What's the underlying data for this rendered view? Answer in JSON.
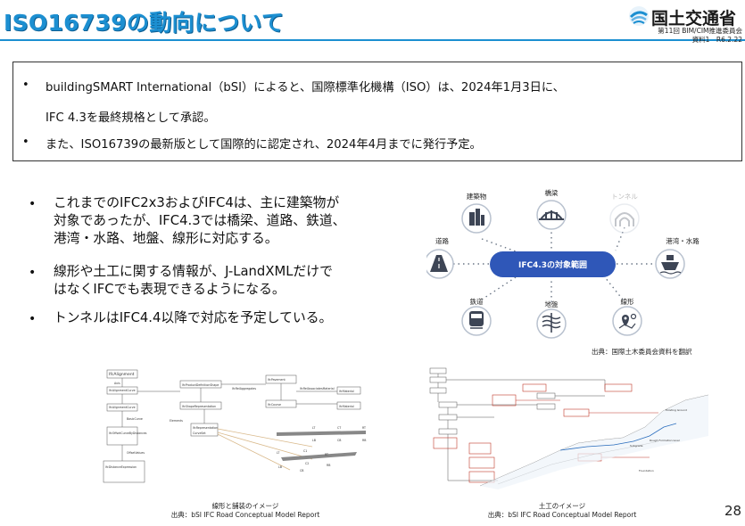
{
  "header": {
    "title": "ISO16739の動向について",
    "org": "国土交通省",
    "meeting": "第11回 BIM/CIM推進委員会",
    "doc_ref": "資料1　R6.2.22"
  },
  "box": {
    "bullet": "•",
    "line1": "buildingSMART International（bSI）によると、国際標準化機構（ISO）は、2024年1月3日に、",
    "line2": "IFC 4.3を最終規格として承認。",
    "line3": "また、ISO16739の最新版として国際的に認定され、2024年4月までに発行予定。"
  },
  "points": [
    {
      "bullet": "•",
      "l1": "これまでのIFC2x3およびIFC4は、主に建築物が",
      "l2": "対象であったが、IFC4.3では橋梁、道路、鉄道、",
      "l3": "港湾・水路、地盤、線形に対応する。"
    },
    {
      "bullet": "•",
      "l1": "線形や土工に関する情報が、J-LandXMLだけで",
      "l2": "はなくIFCでも表現できるようになる。"
    },
    {
      "bullet": "•",
      "l1": "トンネルはIFC4.4以降で対応を予定している。"
    }
  ],
  "ifc_scope": {
    "center": "IFC4.3の対象範囲",
    "nodes": [
      {
        "label": "建築物",
        "icon": "building-icon"
      },
      {
        "label": "橋梁",
        "icon": "bridge-icon"
      },
      {
        "label": "トンネル",
        "icon": "tunnel-icon"
      },
      {
        "label": "道路",
        "icon": "road-icon"
      },
      {
        "label": "港湾・水路",
        "icon": "ship-icon"
      },
      {
        "label": "鉄道",
        "icon": "train-icon"
      },
      {
        "label": "地盤",
        "icon": "ground-icon"
      },
      {
        "label": "線形",
        "icon": "alignment-icon"
      }
    ],
    "accent": "#2f57b8",
    "icon_color": "#3d4555",
    "credit": "出典：国際土木委員会資料を翻訳"
  },
  "fig_alignment": {
    "caption": "線形と舗装のイメージ",
    "source": "出典：bSI IFC Road Conceptual Model Report",
    "labels": [
      "IfcAlignment",
      "Axis",
      "IfcAlignmentCurve",
      "IfcAlignmentCurve",
      "BasicCurve",
      "IfcOffsetCurveByDistances",
      "OffsetValues",
      "IfcDistanceExpression",
      "IfcProductDefinitionShape",
      "IfcShapeRepresentation",
      "Elements",
      "IfcRepresentation",
      "CurveSet",
      "IfcRelAggregates",
      "IfcPavement",
      "IfcCourse",
      "IfcRelAssociatesMaterial",
      "IfcMaterial",
      "IfcMaterial",
      "LT",
      "CT",
      "RT",
      "LB",
      "CB",
      "RB",
      "C1",
      "C2",
      "RT",
      "LT",
      "LB",
      "CB",
      "RB"
    ]
  },
  "fig_earthwork": {
    "caption": "土工のイメージ",
    "source": "出典：bSI IFC Road Conceptual Model Report",
    "labels": [
      "Existing Ground",
      "Rough Formation level",
      "Subgrade",
      "Foundation"
    ]
  },
  "page": "28"
}
